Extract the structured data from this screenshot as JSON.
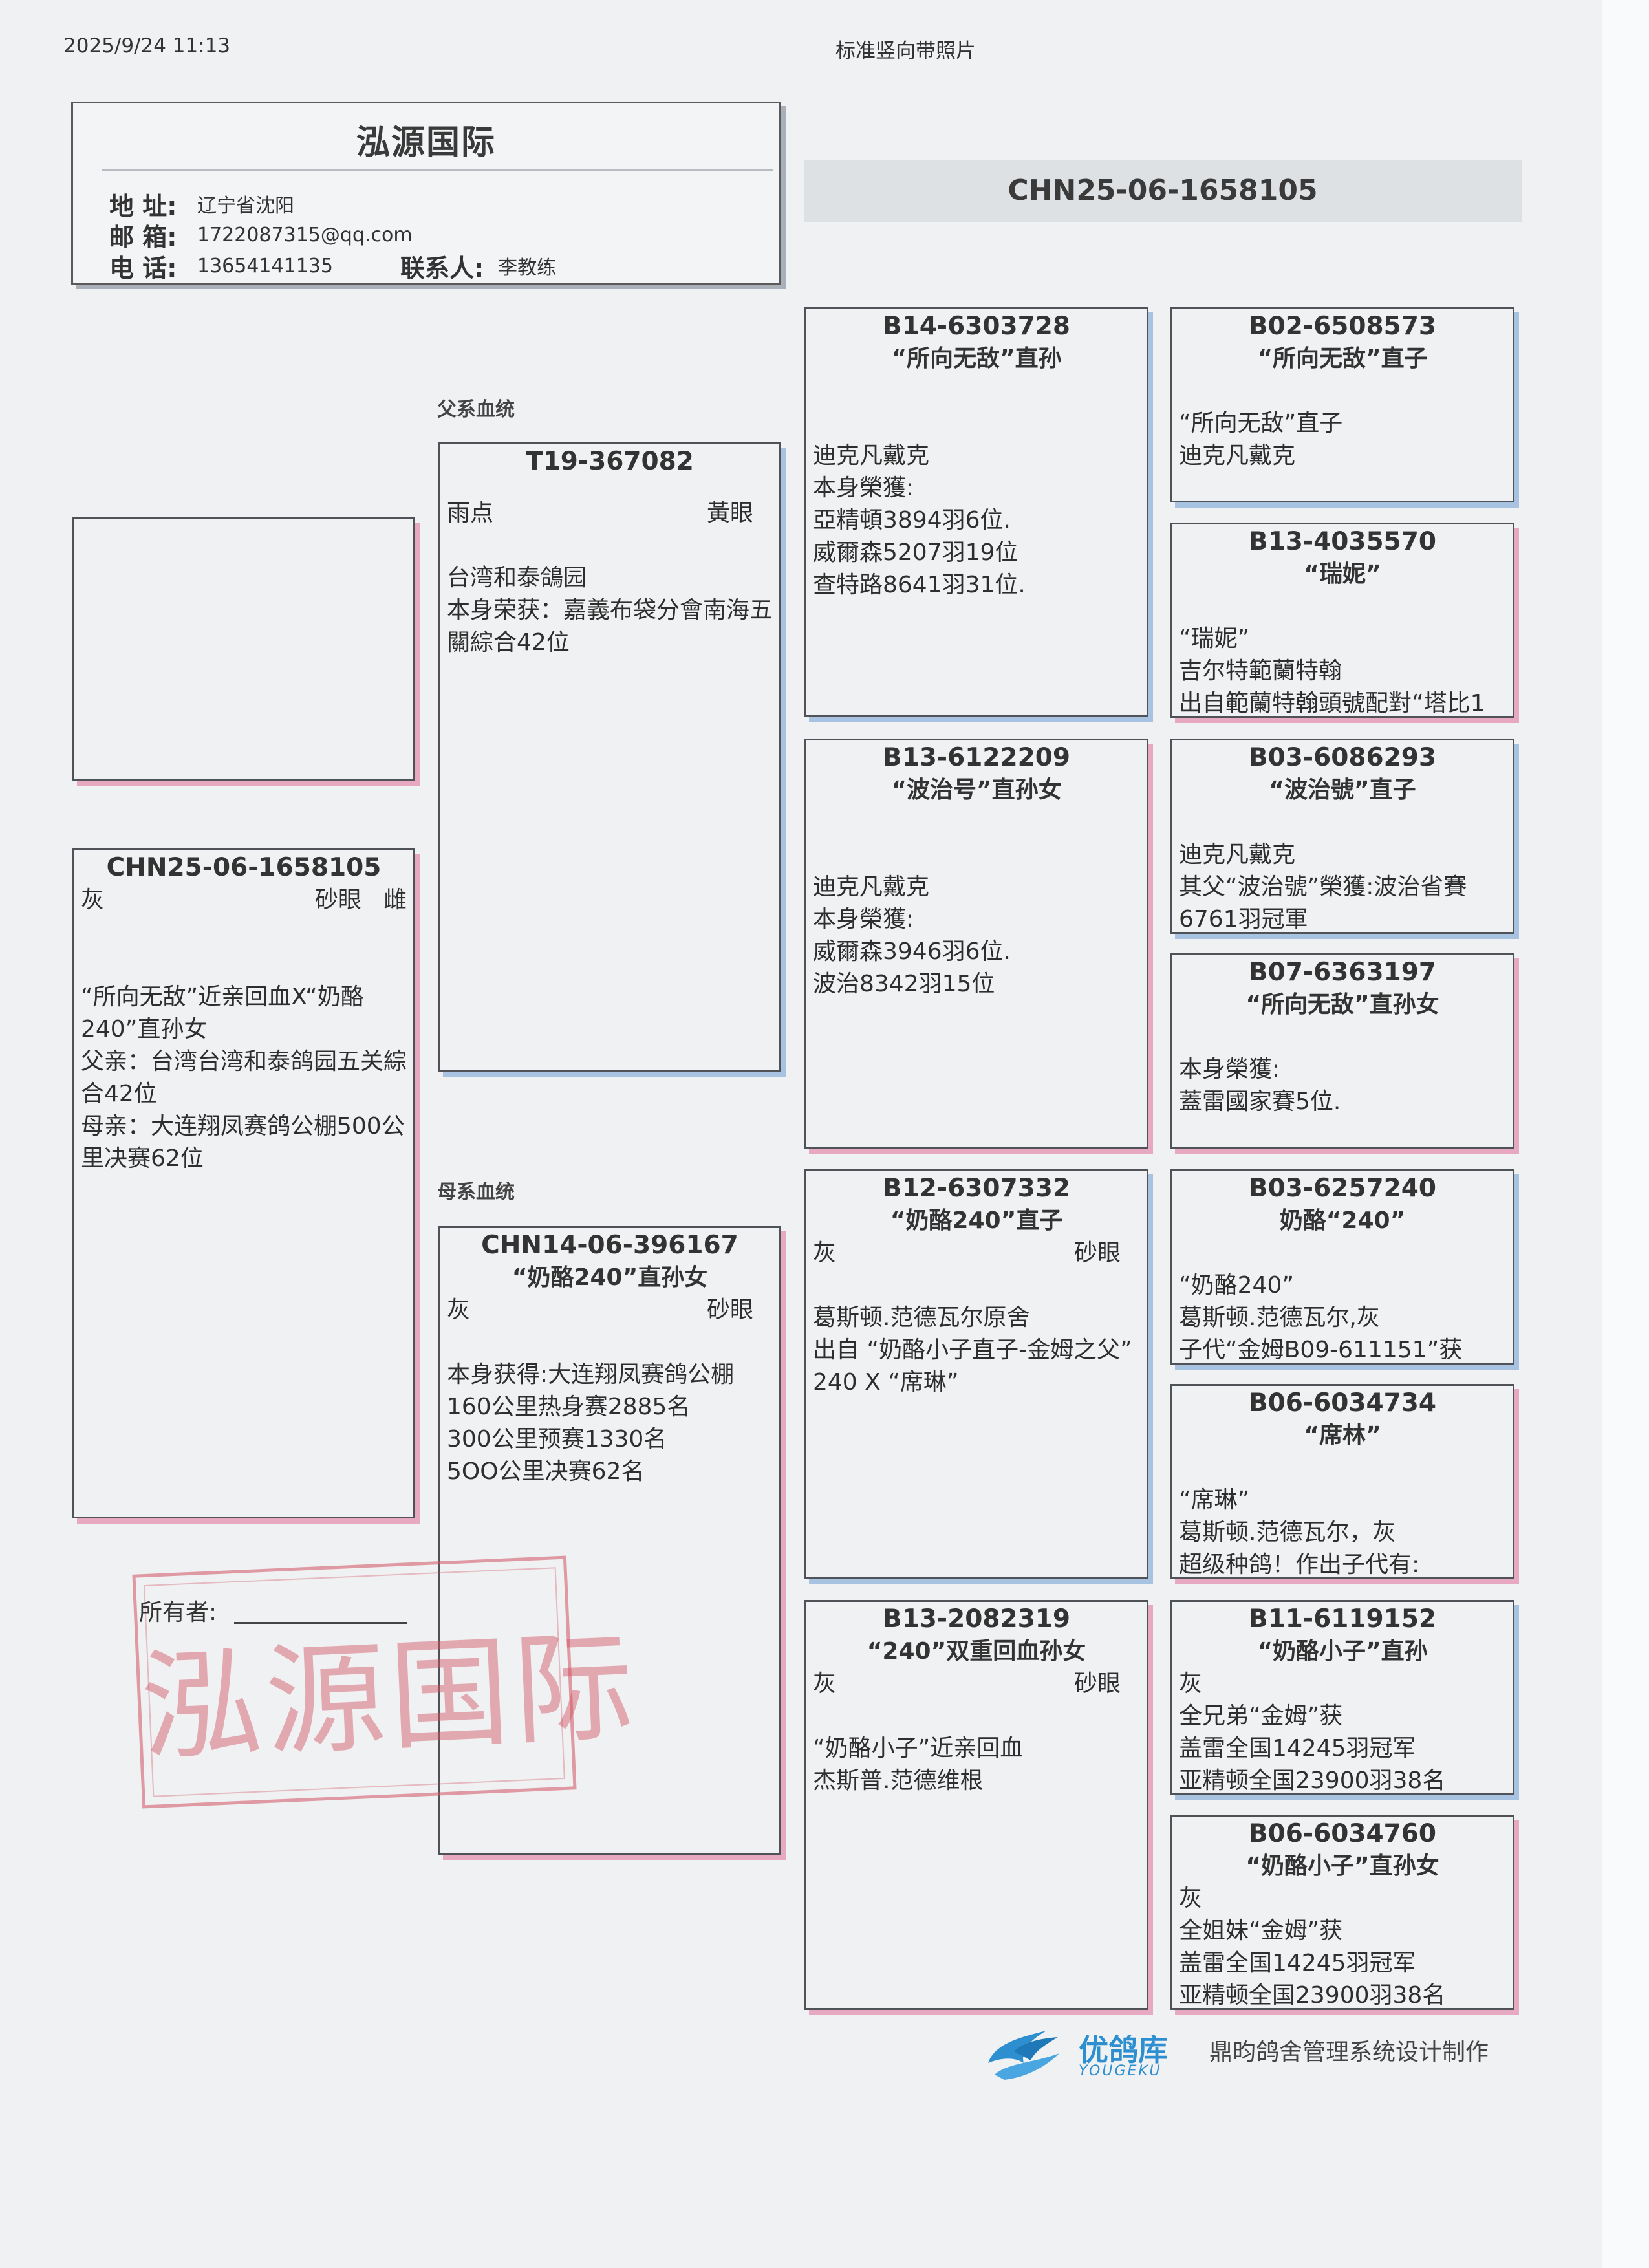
{
  "meta": {
    "timestamp": "2025/9/24 11:13",
    "template_name": "标准竖向带照片"
  },
  "breeder": {
    "name": "泓源国际",
    "address_label": "地 址:",
    "address": "辽宁省沈阳",
    "email_label": "邮 箱:",
    "email": "1722087315@qq.com",
    "phone_label": "电 话:",
    "phone": "13654141135",
    "contact_label": "联系人:",
    "contact": "李教练"
  },
  "subject_banner": "CHN25-06-1658105",
  "labels": {
    "sire_line": "父系血统",
    "dam_line": "母系血统",
    "owner": "所有者:"
  },
  "stamp_text": "泓源国际",
  "subject": {
    "ring": "CHN25-06-1658105",
    "color": "灰",
    "eye": "砂眼",
    "sex": "雌",
    "lines": [
      "“所向无敌”近亲回血X“奶酪240”直孙女",
      "父亲：台湾台湾和泰鸽园五关綜合42位",
      "母亲：大连翔凤赛鸽公棚500公里决赛62位"
    ]
  },
  "sire": {
    "ring": "T19-367082",
    "color": "雨点",
    "eye": "黃眼",
    "lines": [
      "",
      "台湾和泰鴿园",
      "本身荣获：嘉義布袋分會南海五關綜合42位"
    ]
  },
  "dam": {
    "ring": "CHN14-06-396167",
    "nick": "“奶酪240”直孙女",
    "color": "灰",
    "eye": "砂眼",
    "lines": [
      "",
      "本身获得:大连翔凤赛鸽公棚",
      "160公里热身赛2885名",
      "300公里预赛1330名",
      "5OO公里决赛62名"
    ]
  },
  "gp_ss": {
    "ring": "B14-6303728",
    "nick": "“所向无敌”直孙",
    "lines": [
      "",
      "",
      "迪克凡戴克",
      "本身榮獲:",
      "亞精頓3894羽6位.",
      "威爾森5207羽19位",
      "查特路8641羽31位."
    ]
  },
  "gp_sd": {
    "ring": "B13-6122209",
    "nick": "“波治号”直孙女",
    "lines": [
      "",
      "",
      "迪克凡戴克",
      "本身榮獲:",
      "威爾森3946羽6位.",
      "波治8342羽15位"
    ]
  },
  "gp_ds": {
    "ring": "B12-6307332",
    "nick": "“奶酪240”直子",
    "color": "灰",
    "eye": "砂眼",
    "lines": [
      "",
      "葛斯顿.范德瓦尔原舍",
      "出自 “奶酪小子直子-金姆之父”",
      "240 X “席琳”"
    ]
  },
  "gp_dd": {
    "ring": "B13-2082319",
    "nick": "“240”双重回血孙女",
    "color": "灰",
    "eye": "砂眼",
    "lines": [
      "",
      "“奶酪小子”近亲回血",
      "杰斯普.范德维根"
    ]
  },
  "ggp_1": {
    "ring": "B02-6508573",
    "nick": "“所向无敌”直子",
    "lines": [
      "",
      "“所向无敌”直子",
      "迪克凡戴克"
    ]
  },
  "ggp_2": {
    "ring": "B13-4035570",
    "nick": "“瑞妮”",
    "lines": [
      "",
      "“瑞妮”",
      "吉尔特範蘭特翰",
      "出自範蘭特翰頭號配對“塔比1"
    ]
  },
  "ggp_3": {
    "ring": "B03-6086293",
    "nick": "“波治號”直子",
    "lines": [
      "",
      "迪克凡戴克",
      "其父“波治號”榮獲:波治省賽",
      "6761羽冠軍"
    ]
  },
  "ggp_4": {
    "ring": "B07-6363197",
    "nick": "“所向无敌”直孙女",
    "lines": [
      "",
      "本身榮獲:",
      "蓋雷國家賽5位."
    ]
  },
  "ggp_5": {
    "ring": "B03-6257240",
    "nick": "奶酪“240”",
    "lines": [
      "",
      "“奶酪240”",
      "葛斯顿.范德瓦尔,灰",
      "子代“金姆B09-611151”获"
    ]
  },
  "ggp_6": {
    "ring": "B06-6034734",
    "nick": "“席林”",
    "lines": [
      "",
      "“席琳”",
      "葛斯顿.范德瓦尔，灰",
      "超级种鸽！作出子代有:"
    ]
  },
  "ggp_7": {
    "ring": "B11-6119152",
    "nick": "“奶酪小子”直孙",
    "lines": [
      "灰",
      "全兄弟“金姆”获",
      "盖雷全国14245羽冠军",
      "亚精顿全国23900羽38名"
    ]
  },
  "ggp_8": {
    "ring": "B06-6034760",
    "nick": "“奶酪小子”直孙女",
    "lines": [
      "灰",
      "全姐妹“金姆”获",
      "盖雷全国14245羽冠军",
      "亚精顿全国23900羽38名"
    ]
  },
  "footer": {
    "brand": "优鸽库",
    "brand_sub": "YOUGEKU",
    "credit": "鼎昀鸽舍管理系统设计制作"
  },
  "colors": {
    "sire_shadow": "#a8c2e2",
    "dam_shadow": "#e6a9bf",
    "brand": "#2d8fd0",
    "stamp": "#d2505f"
  }
}
